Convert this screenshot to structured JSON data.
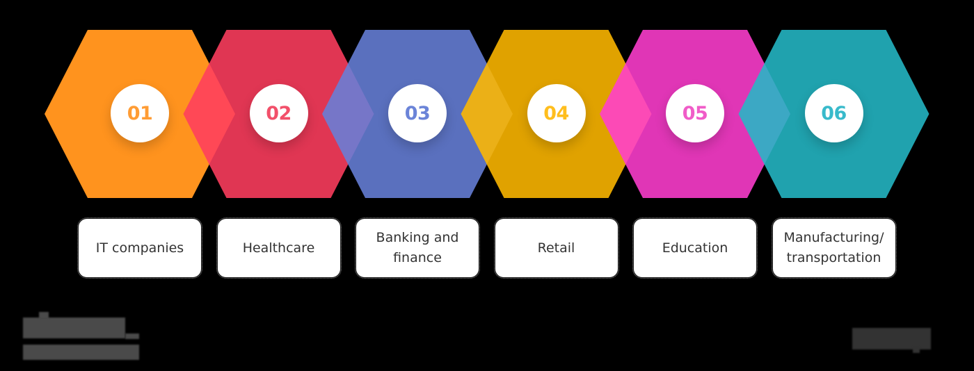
{
  "diagram": {
    "type": "hexagon-process-chain",
    "steps": [
      {
        "number": "01",
        "label": "IT companies",
        "color": "#FF931E",
        "number_color": "#FF9C34"
      },
      {
        "number": "02",
        "label": "Healthcare",
        "color": "#FF3D5E",
        "number_color": "#F2506A"
      },
      {
        "number": "03",
        "label": "Banking and\nfinance",
        "color": "#6680D8",
        "number_color": "#6B84D8"
      },
      {
        "number": "04",
        "label": "Retail",
        "color": "#FFB800",
        "number_color": "#FFBE1E"
      },
      {
        "number": "05",
        "label": "Education",
        "color": "#FF3ECF",
        "number_color": "#F05CC8"
      },
      {
        "number": "06",
        "label": "Manufacturing/\ntransportation",
        "color": "#24B8C6",
        "number_color": "#38BACB"
      }
    ]
  },
  "watermarks": {
    "left_logo": "obscured-logo",
    "right_logo": "obscured-logo"
  }
}
